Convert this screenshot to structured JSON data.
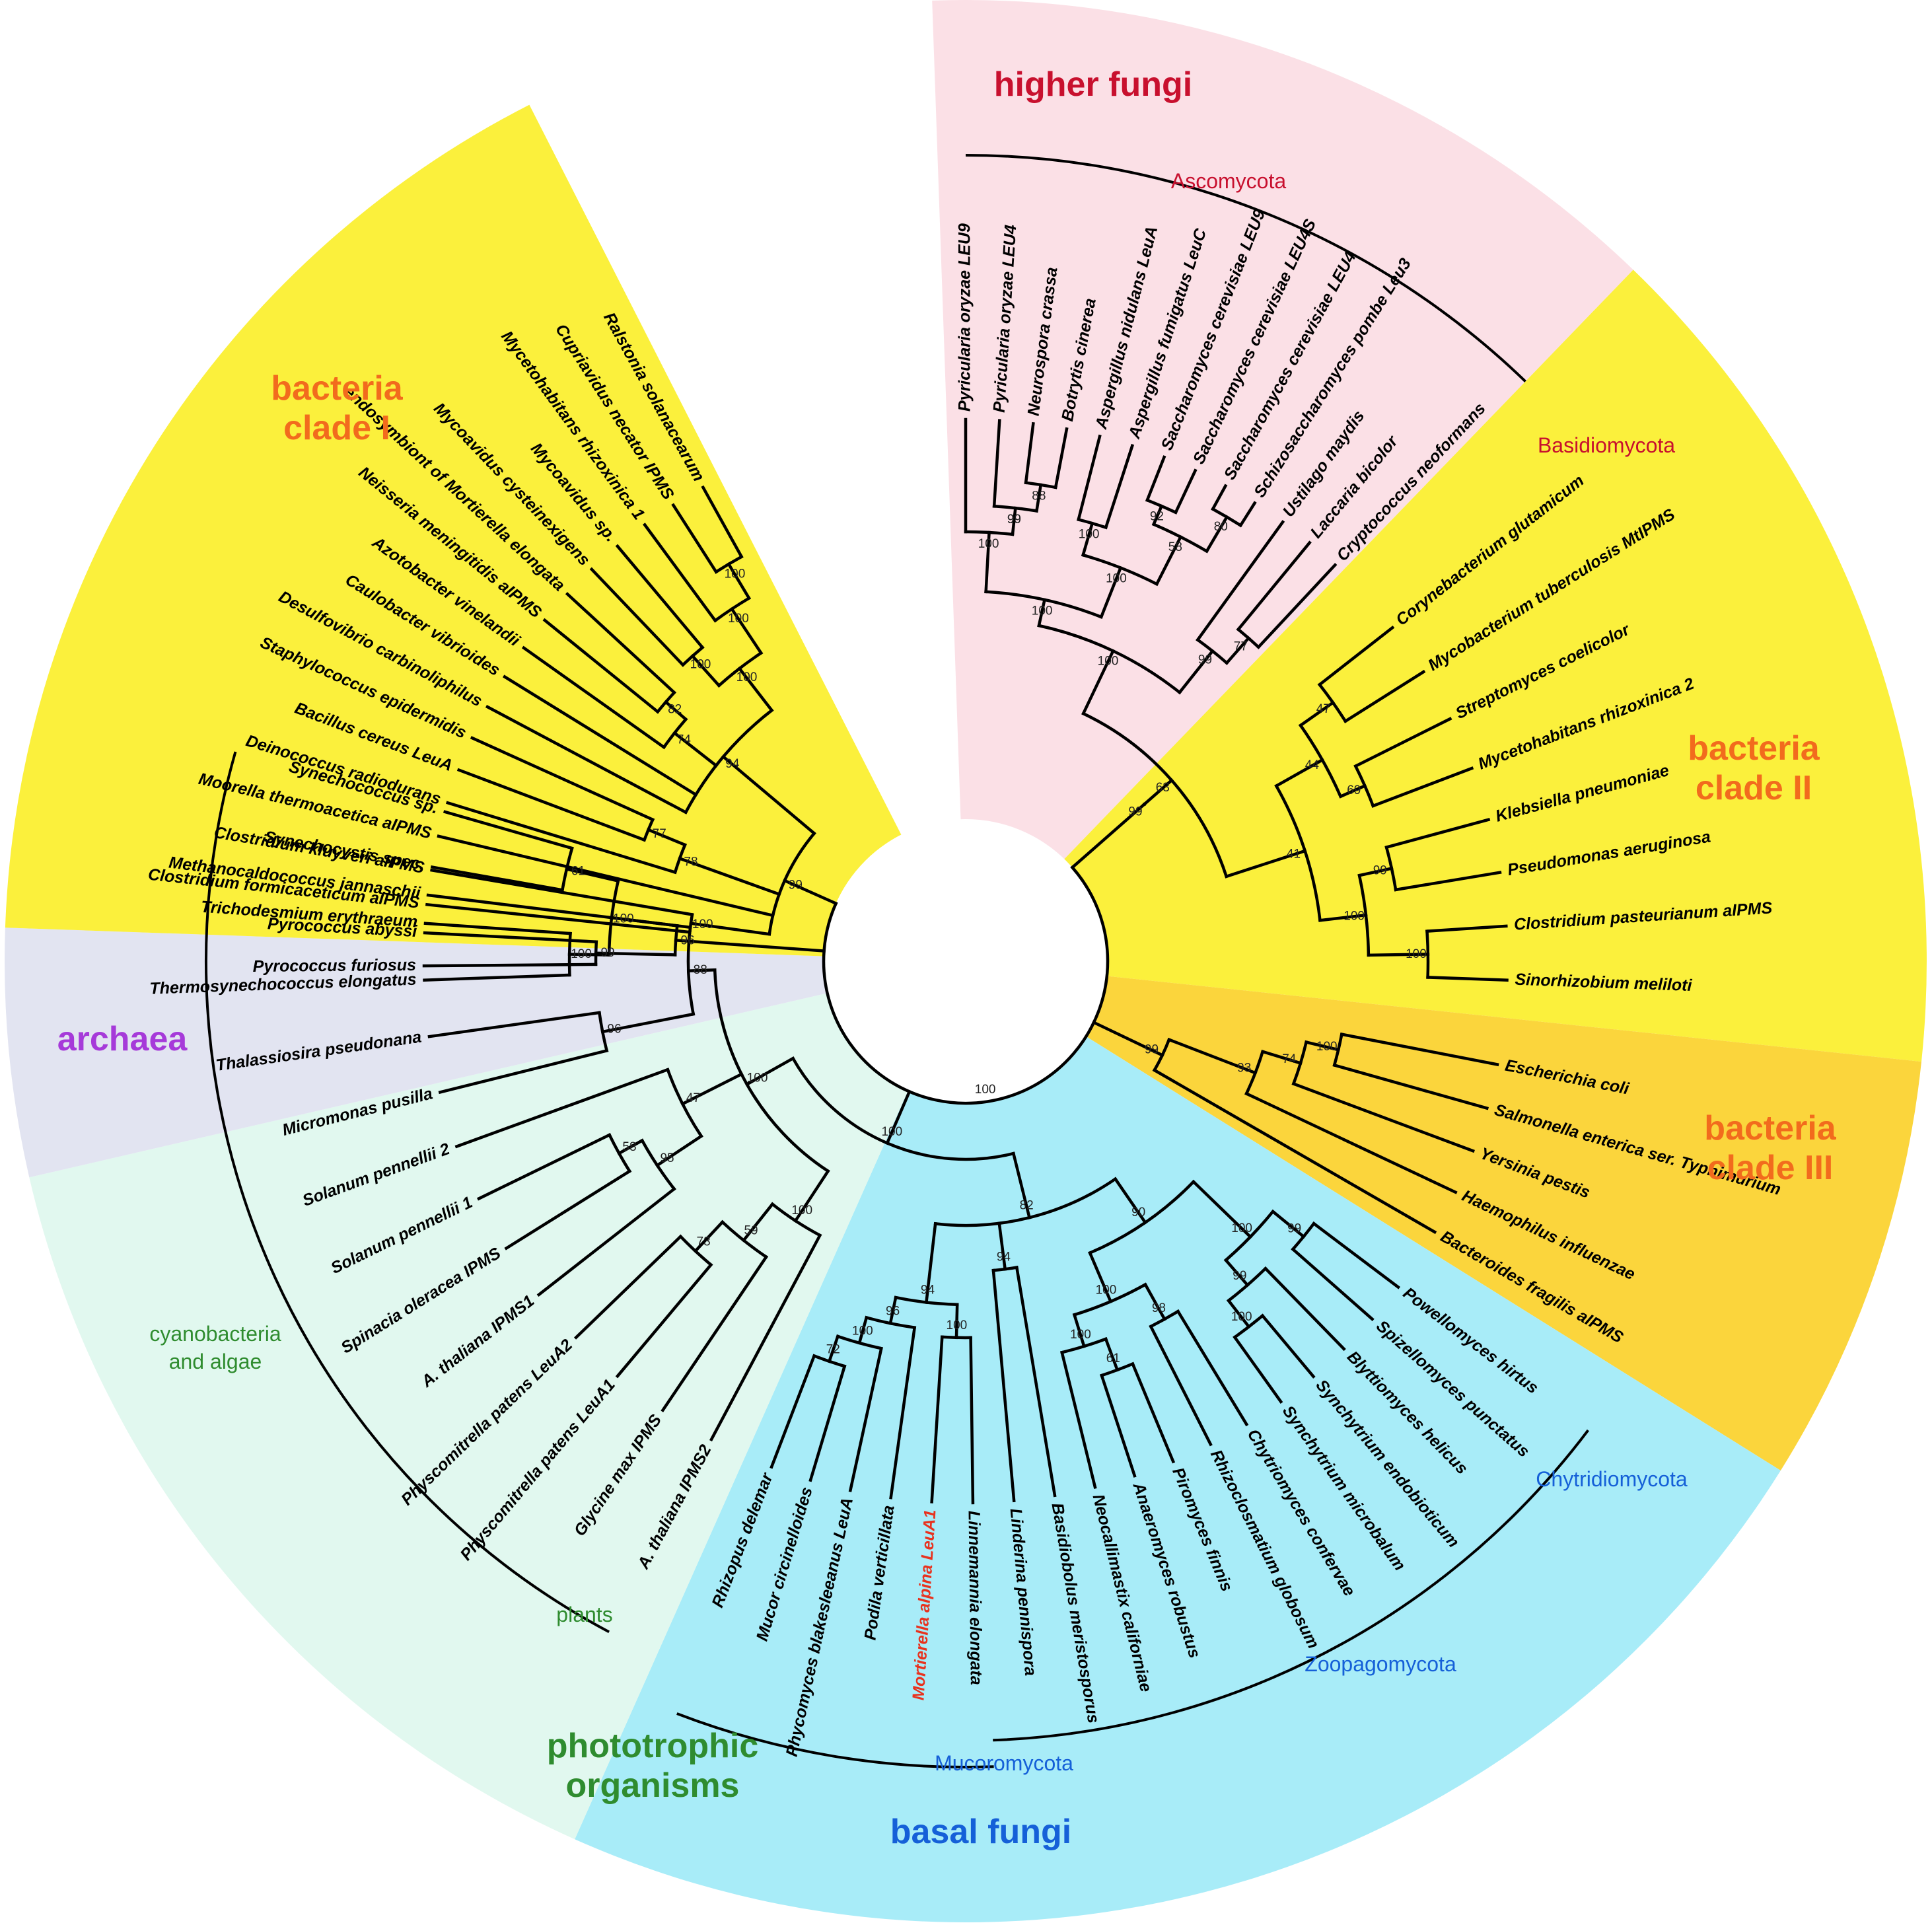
{
  "colors": {
    "bacteria_clade": "#fbf03c",
    "higher_fungi_bg": "#fbe0e6",
    "clade3_bg": "#fbd53c",
    "basal_fungi_bg": "#a8ecf8",
    "phototrophic_bg": "#e1f8ef",
    "archaea_bg": "#e2e4f1",
    "label_orange": "#f26b1d",
    "label_red": "#c8102e",
    "label_blue": "#1560d8",
    "label_green": "#2f8c2f",
    "label_purple": "#a63ad9",
    "highlight": "#e8321e"
  },
  "groups": {
    "higher_fungi": "higher fungi",
    "bacteria_clade_1": [
      "bacteria",
      "clade I"
    ],
    "bacteria_clade_2": [
      "bacteria",
      "clade II"
    ],
    "bacteria_clade_3": [
      "bacteria",
      "clade III"
    ],
    "archaea": "archaea",
    "phototrophic": [
      "phototrophic",
      "organisms"
    ],
    "basal_fungi": "basal fungi"
  },
  "subgroups": {
    "ascomycota": "Ascomycota",
    "basidiomycota": "Basidiomycota",
    "chytridiomycota": "Chytridiomycota",
    "zoopagomycota": "Zoopagomycota",
    "mucoromycota": "Mucoromycota",
    "cyanobacteria": [
      "cyanobacteria",
      "and algae"
    ],
    "plants": "plants"
  },
  "leaves": [
    "Pyricularia oryzae LEU9",
    "Pyricularia oryzae LEU4",
    "Neurospora crassa",
    "Botrytis cinerea",
    "Aspergillus nidulans LeuA",
    "Aspergillus fumigatus LeuC",
    "Saccharomyces cerevisiae LEU9",
    "Saccharomyces cerevisiae LEU4S",
    "Saccharomyces cerevisiae LEU4",
    "Schizosaccharomyces pombe Leu3",
    "Ustilago maydis",
    "Laccaria bicolor",
    "Cryptococcus neoformans",
    "Corynebacterium glutamicum",
    "Mycobacterium tuberculosis MtIPMS",
    "Streptomyces coelicolor",
    "Mycetohabitans rhizoxinica 2",
    "Klebsiella pneumoniae",
    "Pseudomonas aeruginosa",
    "Clostridium pasteurianum aIPMS",
    "Sinorhizobium meliloti",
    "Escherichia coli",
    "Salmonella enterica ser. Typhimurium",
    "Yersinia pestis",
    "Haemophilus influenzae",
    "Bacteroides fragilis aIPMS",
    "Powellomyces hirtus",
    "Spizellomyces punctatus",
    "Blyttiomyces helicus",
    "Synchytrium endobioticum",
    "Synchytrium microbalum",
    "Chytriomyces confervae",
    "Rhizoclosmatium globosum",
    "Piromyces finnis",
    "Anaeromyces robustus",
    "Neocallimastix californiae",
    "Basidiobolus meristosporus",
    "Linderina pennispora",
    "Linnemannia elongata",
    "Mortierella alpina LeuA1",
    "Podila verticillata",
    "Phycomyces blakesleeanus LeuA",
    "Mucor circinelloides",
    "Rhizopus delemar",
    "A. thaliana IPMS2",
    "Glycine max IPMS",
    "Physcomitrella patens LeuA1",
    "Physcomitrella patens LeuA2",
    "A. thaliana IPMS1",
    "Spinacia oleracea IPMS",
    "Solanum pennellii 1",
    "Solanum pennellii 2",
    "Micromonas pusilla",
    "Thalassiosira pseudonana",
    "Thermosynechococcus elongatus",
    "Trichodesmium erythraeum",
    "Synechocystis spec.",
    "Synechococcus sp.",
    "Methanocaldococcus jannaschii",
    "Pyrococcus abyssi",
    "Pyrococcus furiosus",
    "Clostridium formicaceticum aIPMS",
    "Clostridium kluyveri aIPMS",
    "Moorella thermoacetica aIPMS",
    "Deinococcus radiodurans",
    "Bacillus cereus LeuA",
    "Staphylococcus epidermidis",
    "Desulfovibrio carbinoliphilus",
    "Caulobacter vibrioides",
    "Azotobacter vinelandii",
    "Neisseria meningitidis aIPMS",
    "endosymbiont of Mortierella elongata",
    "Mycoavidus cysteinexigens",
    "Mycoavidus sp.",
    "Mycetohabitans rhizoxinica 1",
    "Cupriavidus necator IPMS",
    "Ralstonia solanacearum"
  ],
  "highlight_leaf": "Mortierella alpina LeuA1",
  "bootstrap": [
    "99",
    "88",
    "100",
    "100",
    "100",
    "92",
    "100",
    "58",
    "80",
    "99",
    "77",
    "99",
    "63",
    "47",
    "44",
    "69",
    "41",
    "99",
    "100",
    "100",
    "100",
    "74",
    "93",
    "99",
    "99",
    "100",
    "99",
    "100",
    "90",
    "98",
    "100",
    "61",
    "100",
    "82",
    "100",
    "94",
    "100",
    "94",
    "96",
    "100",
    "72",
    "100",
    "100",
    "59",
    "73",
    "95",
    "100",
    "58",
    "47",
    "96",
    "88",
    "100",
    "99",
    "96",
    "100",
    "100",
    "61",
    "78",
    "77",
    "99",
    "74",
    "94",
    "82",
    "100",
    "100",
    "100",
    "100",
    "100",
    "99"
  ]
}
